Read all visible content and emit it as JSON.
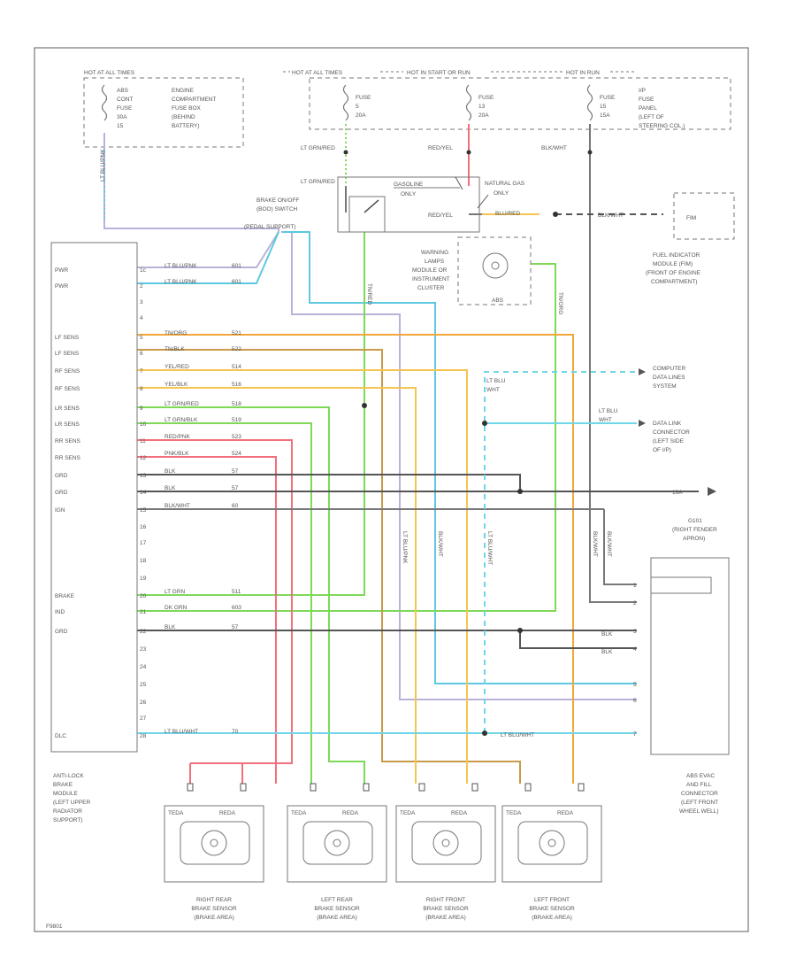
{
  "fuse_boxes": {
    "left": {
      "header": "HOT AT ALL TIMES",
      "fuse_lines": [
        "ABS",
        "CONT",
        "FUSE",
        "30A",
        "15"
      ],
      "location_lines": [
        "ENGINE",
        "COMPARTMENT",
        "FUSE BOX",
        "(BEHIND",
        "BATTERY)"
      ]
    },
    "right": {
      "headers": [
        "HOT AT ALL TIMES",
        "HOT IN START OR RUN",
        "HOT IN RUN"
      ],
      "fuses": [
        {
          "lines": [
            "FUSE",
            "5",
            "20A"
          ]
        },
        {
          "lines": [
            "FUSE",
            "13",
            "20A"
          ]
        },
        {
          "lines": [
            "FUSE",
            "15",
            "15A"
          ]
        }
      ],
      "location_lines": [
        "I/P",
        "FUSE",
        "PANEL",
        "(LEFT OF",
        "STEERING COL.)"
      ]
    }
  },
  "wire_labels": {
    "lt_grn_red_1": "LT GRN/RED",
    "red_yel_1": "RED/YEL",
    "blk_wht": "BLK/WHT",
    "lt_grn_red_2": "LT GRN/RED",
    "red_yel_2": "RED/YEL",
    "gasoline_only": [
      "GASOLINE",
      "ONLY"
    ],
    "natural_gas_only": [
      "NATURAL GAS",
      "ONLY"
    ],
    "blu_red": "BLU/RED",
    "blk_wht_short": "BLK/WHT",
    "lt_blu_pnk_v": "LT BLU/PNK",
    "blk_wht_v": "BLK/WHT",
    "lt_blu_wht_v": "LT BLU/WHT",
    "tn_org_v": "TN/ORG",
    "tn_red_v": "TN/RED",
    "blk_wht_v1": "BLK/WHT",
    "blk_wht_v2": "BLK/WHT",
    "lt_blu_wht_1": [
      "LT BLU",
      "WHT"
    ],
    "lt_blu_wht_2": [
      "LT BLU",
      "WHT"
    ],
    "lt_blu_wht_bottom": "LT BLU/WHT",
    "blk_a": "BLK",
    "blk_b": "BLK",
    "ground_size": "18A"
  },
  "components": {
    "brake_switch": [
      "BRAKE ON/OFF",
      "(BOO) SWITCH",
      "(PEDAL SUPPORT)"
    ],
    "warning_lamps": [
      "WARNING",
      "LAMPS",
      "MODULE OR",
      "INSTRUMENT",
      "CLUSTER"
    ],
    "warning_abs": "ABS",
    "fuel_indicator": [
      "FUEL INDICATOR",
      "MODULE (FIM)",
      "(FRONT OF ENGINE",
      "COMPARTMENT)"
    ],
    "fim_label": "FIM",
    "computer_data": [
      "COMPUTER",
      "DATA LINES",
      "SYSTEM"
    ],
    "dlc": [
      "DATA LINK",
      "CONNECTOR",
      "(LEFT SIDE",
      "OF I/P)"
    ],
    "ground": [
      "G101",
      "(RIGHT FENDER",
      "APRON)"
    ],
    "abs_module": [
      "ANTI-LOCK",
      "BRAKE",
      "MODULE",
      "(LEFT UPPER",
      "RADIATOR",
      "SUPPORT)"
    ],
    "abs_evac": [
      "ABS EVAC",
      "AND FILL",
      "CONNECTOR",
      "(LEFT FRONT",
      "WHEEL WELL)"
    ],
    "sensor_pin_a": "TEDA",
    "sensor_pin_b": "REDA",
    "sensors": [
      [
        "RIGHT REAR",
        "BRAKE SENSOR",
        "(BRAKE AREA)"
      ],
      [
        "LEFT REAR",
        "BRAKE SENSOR",
        "(BRAKE AREA)"
      ],
      [
        "RIGHT FRONT",
        "BRAKE SENSOR",
        "(BRAKE AREA)"
      ],
      [
        "LEFT FRONT",
        "BRAKE SENSOR",
        "(BRAKE AREA)"
      ]
    ],
    "corner_code": "F9801"
  },
  "module_pins": [
    {
      "label": "PWR",
      "pin": "1c",
      "wire": "LT BLU/PNK",
      "circuit": "601"
    },
    {
      "label": "PWR",
      "pin": "2",
      "wire": "LT BLU/PNK",
      "circuit": "601"
    },
    {
      "label": "",
      "pin": "3",
      "wire": "",
      "circuit": ""
    },
    {
      "label": "",
      "pin": "4",
      "wire": "",
      "circuit": ""
    },
    {
      "label": "LF SENS",
      "pin": "5",
      "wire": "TN/ORG",
      "circuit": "521"
    },
    {
      "label": "LF SENS",
      "pin": "6",
      "wire": "TN/BLK",
      "circuit": "522"
    },
    {
      "label": "RF SENS",
      "pin": "7",
      "wire": "YEL/RED",
      "circuit": "514"
    },
    {
      "label": "RF SENS",
      "pin": "8",
      "wire": "YEL/BLK",
      "circuit": "516"
    },
    {
      "label": "LR SENS",
      "pin": "9",
      "wire": "LT GRN/RED",
      "circuit": "518"
    },
    {
      "label": "LR SENS",
      "pin": "10",
      "wire": "LT GRN/BLK",
      "circuit": "519"
    },
    {
      "label": "RR SENS",
      "pin": "11",
      "wire": "RED/PNK",
      "circuit": "523"
    },
    {
      "label": "RR SENS",
      "pin": "12",
      "wire": "PNK/BLK",
      "circuit": "524"
    },
    {
      "label": "GRD",
      "pin": "13",
      "wire": "BLK",
      "circuit": "57"
    },
    {
      "label": "GRD",
      "pin": "14",
      "wire": "BLK",
      "circuit": "57"
    },
    {
      "label": "IGN",
      "pin": "15",
      "wire": "BLK/WHT",
      "circuit": "60"
    },
    {
      "label": "",
      "pin": "16",
      "wire": "",
      "circuit": ""
    },
    {
      "label": "",
      "pin": "17",
      "wire": "",
      "circuit": ""
    },
    {
      "label": "",
      "pin": "18",
      "wire": "",
      "circuit": ""
    },
    {
      "label": "",
      "pin": "19",
      "wire": "",
      "circuit": ""
    },
    {
      "label": "BRAKE",
      "pin": "20",
      "wire": "LT GRN",
      "circuit": "511"
    },
    {
      "label": "IND",
      "pin": "21",
      "wire": "DK GRN",
      "circuit": "603"
    },
    {
      "label": "GRD",
      "pin": "22",
      "wire": "BLK",
      "circuit": "57"
    },
    {
      "label": "",
      "pin": "23",
      "wire": "",
      "circuit": ""
    },
    {
      "label": "",
      "pin": "24",
      "wire": "",
      "circuit": ""
    },
    {
      "label": "",
      "pin": "25",
      "wire": "",
      "circuit": ""
    },
    {
      "label": "",
      "pin": "26",
      "wire": "",
      "circuit": ""
    },
    {
      "label": "",
      "pin": "27",
      "wire": "",
      "circuit": ""
    },
    {
      "label": "DLC",
      "pin": "28",
      "wire": "LT BLU/WHT",
      "circuit": "70"
    }
  ],
  "evac_pins": [
    "1",
    "2",
    "3",
    "4",
    "5",
    "6",
    "7"
  ],
  "colors": {
    "lt_blu_pnk": "#5ec8e0",
    "tn_org": "#f2a73a",
    "tn_blk": "#c89a4a",
    "yel": "#f5c451",
    "lt_grn": "#7ed957",
    "red_pnk": "#f2707c",
    "blk": "#555555",
    "blk_wht": "#777777",
    "dk_grn": "#5cbf5c",
    "lt_blu_wht": "#6fd6e8",
    "lavender": "#b8b2d8"
  }
}
